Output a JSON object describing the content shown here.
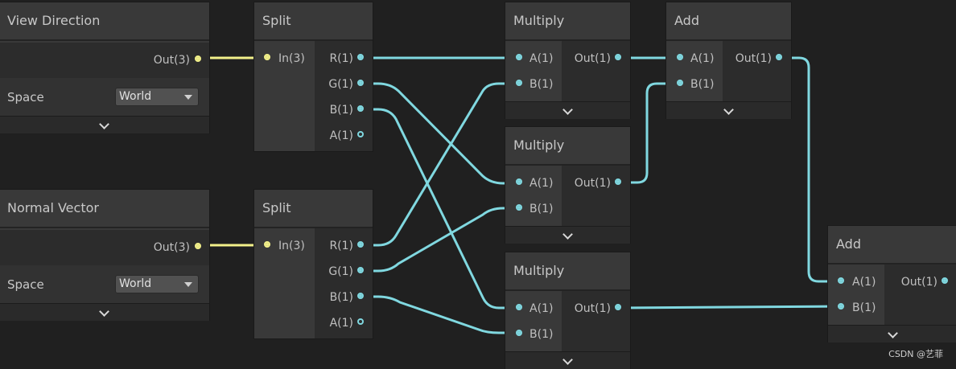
{
  "colors": {
    "background": "#202020",
    "wire_vector": "#f2f08a",
    "wire_float": "#80d8e0",
    "node": "#393939"
  },
  "view_direction": {
    "title": "View Direction",
    "out_label": "Out(3)",
    "space_label": "Space",
    "space_value": "World",
    "expand_icon": "chevron-down-icon"
  },
  "normal_vector": {
    "title": "Normal Vector",
    "out_label": "Out(3)",
    "space_label": "Space",
    "space_value": "World",
    "expand_icon": "chevron-down-icon"
  },
  "split1": {
    "title": "Split",
    "in_label": "In(3)",
    "outs": [
      "R(1)",
      "G(1)",
      "B(1)",
      "A(1)"
    ]
  },
  "split2": {
    "title": "Split",
    "in_label": "In(3)",
    "outs": [
      "R(1)",
      "G(1)",
      "B(1)",
      "A(1)"
    ]
  },
  "multiply1": {
    "title": "Multiply",
    "in_a": "A(1)",
    "in_b": "B(1)",
    "out": "Out(1)"
  },
  "multiply2": {
    "title": "Multiply",
    "in_a": "A(1)",
    "in_b": "B(1)",
    "out": "Out(1)"
  },
  "multiply3": {
    "title": "Multiply",
    "in_a": "A(1)",
    "in_b": "B(1)",
    "out": "Out(1)"
  },
  "add1": {
    "title": "Add",
    "in_a": "A(1)",
    "in_b": "B(1)",
    "out": "Out(1)"
  },
  "add2": {
    "title": "Add",
    "in_a": "A(1)",
    "in_b": "B(1)",
    "out": "Out(1)"
  },
  "watermark": "CSDN @艺菲"
}
